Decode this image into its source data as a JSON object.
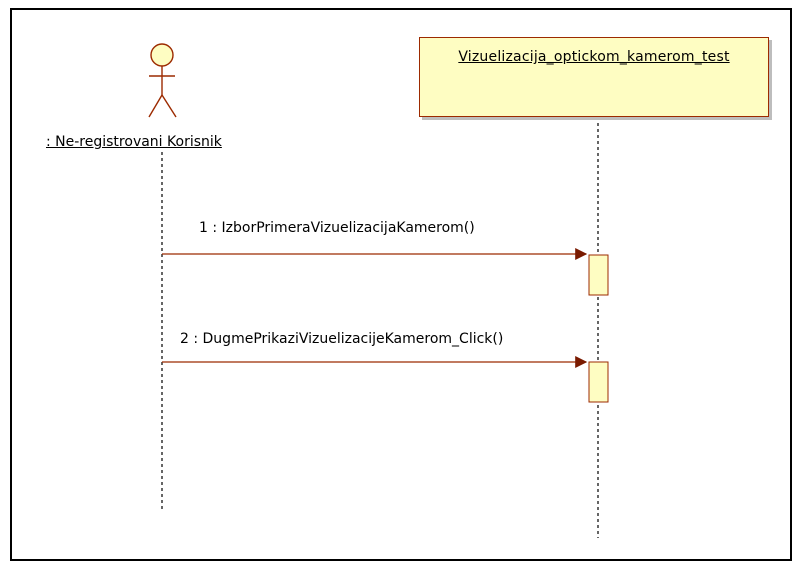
{
  "actor": {
    "label": ": Ne-registrovani Korisnik"
  },
  "object": {
    "label": "Vizuelizacija_optickom_kamerom_test"
  },
  "messages": [
    {
      "label": "1 : IzborPrimeraVizuelizacijaKamerom()"
    },
    {
      "label": "2 : DugmePrikaziVizuelizacijeKamerom_Click()"
    }
  ],
  "colors": {
    "message_line": "#9c2a00",
    "activation_fill": "#fefdc2",
    "object_fill": "#fefdc2",
    "object_border": "#9c2a00",
    "actor_stroke": "#9c2a00"
  }
}
